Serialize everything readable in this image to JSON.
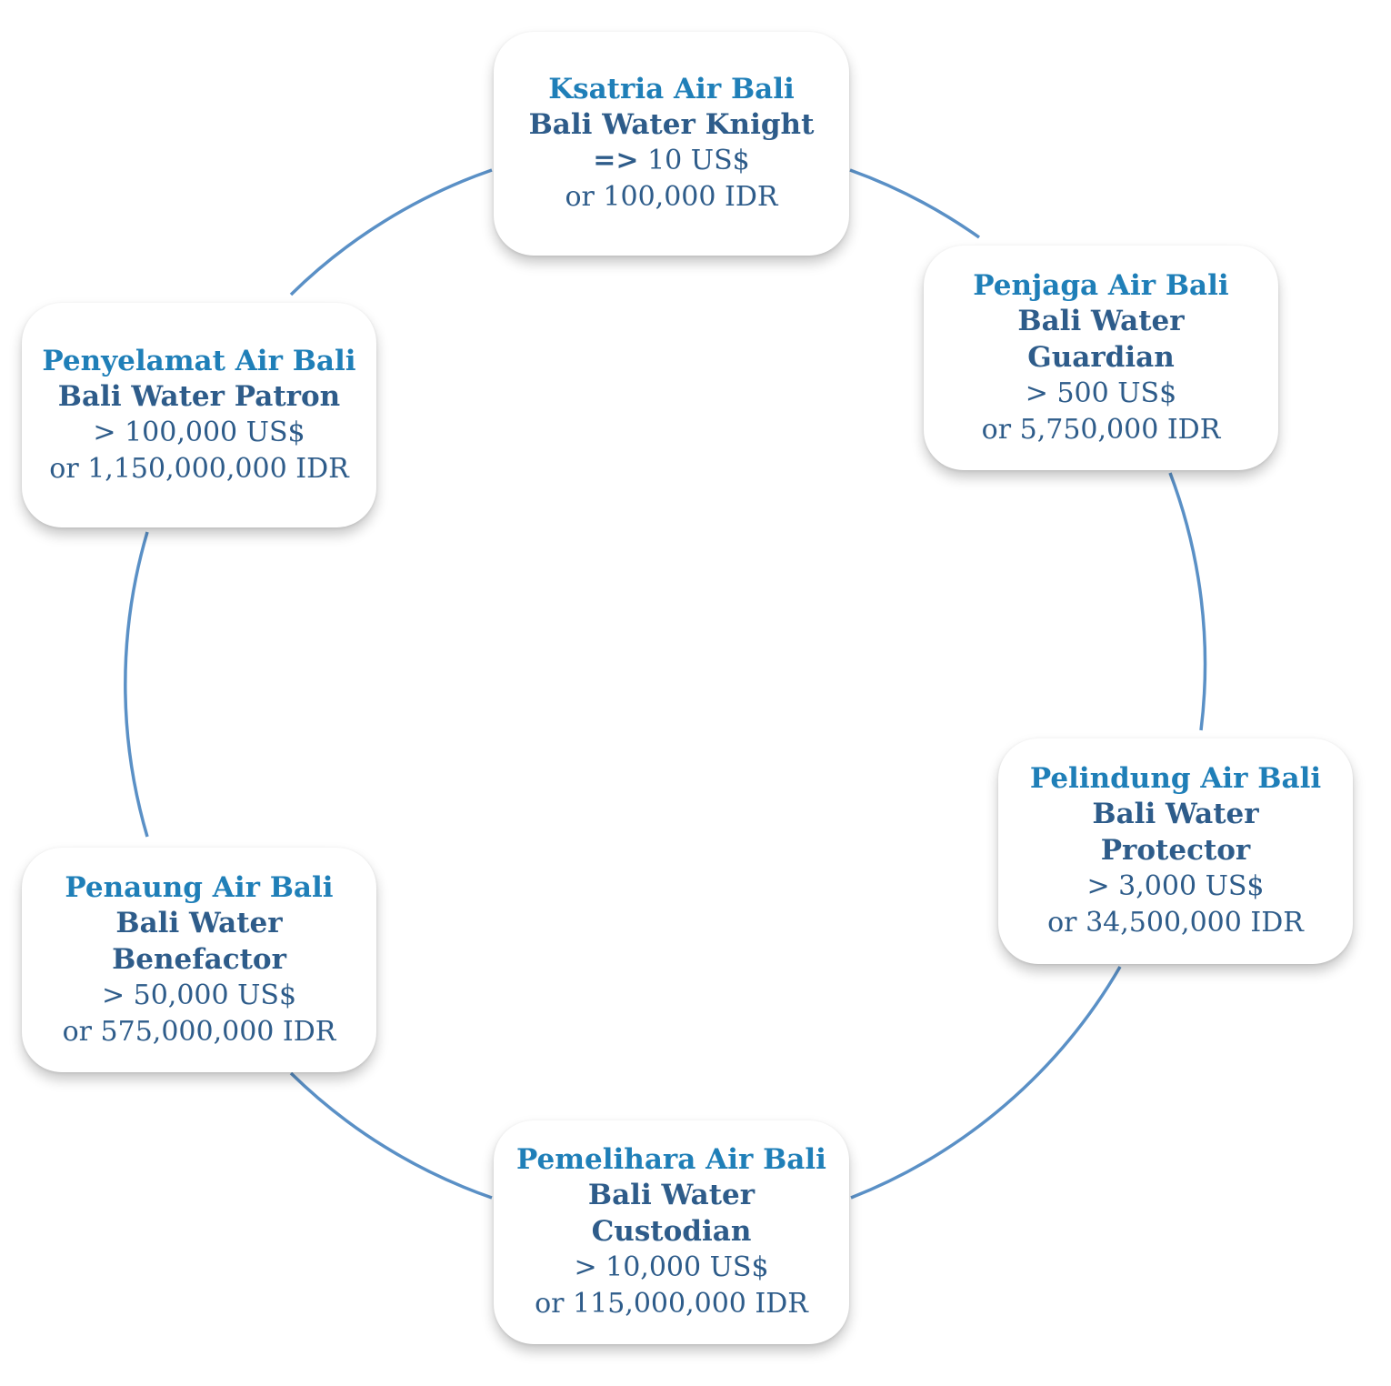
{
  "colors": {
    "ring": "#5a90c6",
    "title_blue": "#1f7fb8",
    "text_navy": "#2e5c8a"
  },
  "tiers": [
    {
      "title": "Ksatria Air Bali",
      "name": "Bali Water Knight",
      "usd_op": "=>",
      "usd": " 10 US$",
      "idr": "or 100,000 IDR"
    },
    {
      "title": "Penjaga Air Bali",
      "name": "Bali Water Guardian",
      "usd_op": ">",
      "usd": " 500 US$",
      "idr": "or 5,750,000 IDR"
    },
    {
      "title": "Pelindung Air Bali",
      "name": "Bali Water Protector",
      "usd_op": ">",
      "usd": " 3,000 US$",
      "idr": "or 34,500,000 IDR"
    },
    {
      "title": "Pemelihara Air Bali",
      "name": "Bali Water Custodian",
      "usd_op": ">",
      "usd": " 10,000 US$",
      "idr": "or 115,000,000 IDR"
    },
    {
      "title": "Penaung Air Bali",
      "name": "Bali Water Benefactor",
      "usd_op": ">",
      "usd": " 50,000 US$",
      "idr": "or 575,000,000 IDR"
    },
    {
      "title": "Penyelamat Air Bali",
      "name": "Bali Water Patron",
      "usd_op": ">",
      "usd": " 100,000 US$",
      "idr": "or 1,150,000,000 IDR"
    }
  ]
}
